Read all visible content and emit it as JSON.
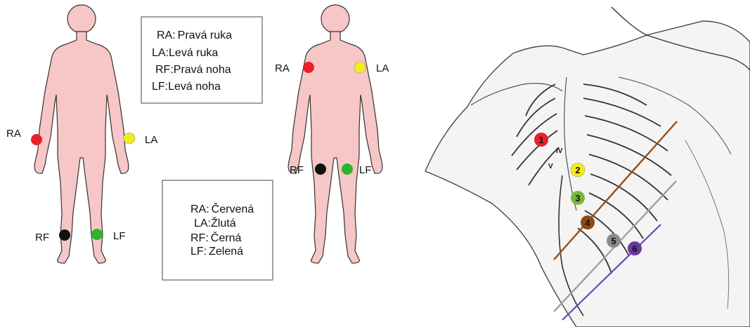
{
  "limb_figure": {
    "labels": {
      "ra": "RA",
      "la": "LA",
      "rf": "RF",
      "lf": "LF"
    }
  },
  "torso_figure": {
    "labels": {
      "ra": "RA",
      "la": "LA",
      "rf": "RF",
      "lf": "LF"
    }
  },
  "legend_names": {
    "lines": [
      {
        "code": "RA:",
        "text": "Pravá ruka"
      },
      {
        "code": "LA:",
        "text": "Levá ruka"
      },
      {
        "code": "RF:",
        "text": "Pravá noha"
      },
      {
        "code": "LF:",
        "text": "Levá noha"
      }
    ]
  },
  "legend_colors": {
    "lines": [
      {
        "code": "RA:",
        "text": "Červená"
      },
      {
        "code": "LA:",
        "text": "Žlutá"
      },
      {
        "code": "RF:",
        "text": "Černá"
      },
      {
        "code": "LF:",
        "text": "Zelená"
      }
    ]
  },
  "chest": {
    "intercostal_labels": {
      "iv": "IV",
      "v": "V"
    },
    "electrodes": [
      {
        "label": "1",
        "color": "#e8202a"
      },
      {
        "label": "2",
        "color": "#f5ec1c"
      },
      {
        "label": "3",
        "color": "#7ab83a"
      },
      {
        "label": "4",
        "color": "#8b4a14"
      },
      {
        "label": "5",
        "color": "#8a8a8a"
      },
      {
        "label": "6",
        "color": "#6a3a9a"
      }
    ]
  },
  "colors": {
    "red": "#e8202a",
    "yellow": "#f5ec1c",
    "black": "#111111",
    "green": "#2ab52a",
    "skin": "#f7c6c6",
    "line_brown": "#9a4a12",
    "line_gray": "#a0a0a0",
    "line_purple": "#6a4aa8"
  }
}
